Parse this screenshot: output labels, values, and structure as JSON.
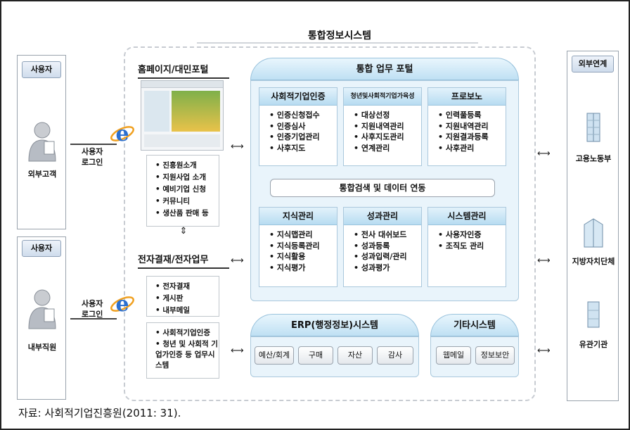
{
  "title": "통합정보시스템",
  "users_external": {
    "header": "사용자",
    "person": "외부고객",
    "login": [
      "사용자",
      "로그인"
    ]
  },
  "users_internal": {
    "header": "사용자",
    "person": "내부직원",
    "login": [
      "사용자",
      "로그인"
    ]
  },
  "homepage": {
    "title": "홈페이지/대민포털",
    "items": [
      "진흥원소개",
      "지원사업 소개",
      "예비기업 신청",
      "커뮤니티",
      "생산품 판매 등"
    ]
  },
  "approval": {
    "title": "전자결재/전자업무",
    "items1": [
      "전자결재",
      "게시판",
      "내부메일"
    ],
    "items2": [
      "사회적기업인증",
      "청년 및 사회적 기업가인증 등 업무시스템"
    ]
  },
  "portal": {
    "title": "통합 업무 포털",
    "cards_top": [
      {
        "title": "사회적기업인증",
        "items": [
          "인증신청접수",
          "인증심사",
          "인증기업관리",
          "사후지도"
        ]
      },
      {
        "title": "청년및사회적기업가육성",
        "items": [
          "대상선정",
          "지원내역관리",
          "사후지도관리",
          "연계관리"
        ]
      },
      {
        "title": "프로보노",
        "items": [
          "인력풀등록",
          "지원내역관리",
          "지원결과등록",
          "사후관리"
        ]
      }
    ],
    "search_bar": "통합검색 및 데이터 연동",
    "cards_bottom": [
      {
        "title": "지식관리",
        "items": [
          "지식맵관리",
          "지식등록관리",
          "지식활용",
          "지식평가"
        ]
      },
      {
        "title": "성과관리",
        "items": [
          "전사 대쉬보드",
          "성과등록",
          "성과입력/관리",
          "성과평가"
        ]
      },
      {
        "title": "시스템관리",
        "items": [
          "사용자인증",
          "조직도 관리"
        ]
      }
    ]
  },
  "erp": {
    "title": "ERP(행정정보)시스템",
    "buttons": [
      "예산/회계",
      "구매",
      "자산",
      "감사"
    ]
  },
  "etc": {
    "title": "기타시스템",
    "buttons": [
      "웹메일",
      "정보보안"
    ]
  },
  "external": {
    "header": "외부연계",
    "items": [
      "고용노동부",
      "지방자치단체",
      "유관기관"
    ]
  },
  "caption": "자료: 사회적기업진흥원(2011: 31)."
}
